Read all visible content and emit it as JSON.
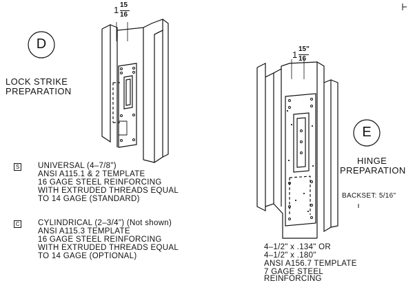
{
  "drawing_d": {
    "circle_letter": "D",
    "title_line1": "LOCK STRIKE",
    "title_line2": "PREPARATION",
    "dimension": {
      "whole": "1",
      "numerator": "15",
      "denominator": "16"
    }
  },
  "drawing_e": {
    "circle_letter": "E",
    "title_line1": "HINGE",
    "title_line2": "PREPARATION",
    "dimension": {
      "whole": "1",
      "numerator": "15\"",
      "denominator": "16"
    },
    "backset": "BACKSET: 5/16\""
  },
  "note_s": {
    "code": "S",
    "lines": [
      "UNIVERSAL (4–7/8\")",
      "ANSI A115.1 & 2 TEMPLATE",
      "16 GAGE STEEL REINFORCING",
      "WITH EXTRUDED THREADS EQUAL",
      "TO 14 GAGE (STANDARD)"
    ]
  },
  "note_c": {
    "code": "C",
    "lines": [
      "CYLINDRICAL (2–3/4\") (Not shown)",
      "ANSI A115.3 TEMPLATE",
      "16 GAGE STEEL REINFORCING",
      "WITH EXTRUDED THREADS EQUAL",
      "TO 14 GAGE (OPTIONAL)"
    ]
  },
  "note_hinge": {
    "lines": [
      "4–1/2\" x .134\" OR",
      "4–1/2\" x .180\"",
      "ANSI A156.7 TEMPLATE",
      "7 GAGE STEEL",
      "REINFORCING"
    ]
  }
}
